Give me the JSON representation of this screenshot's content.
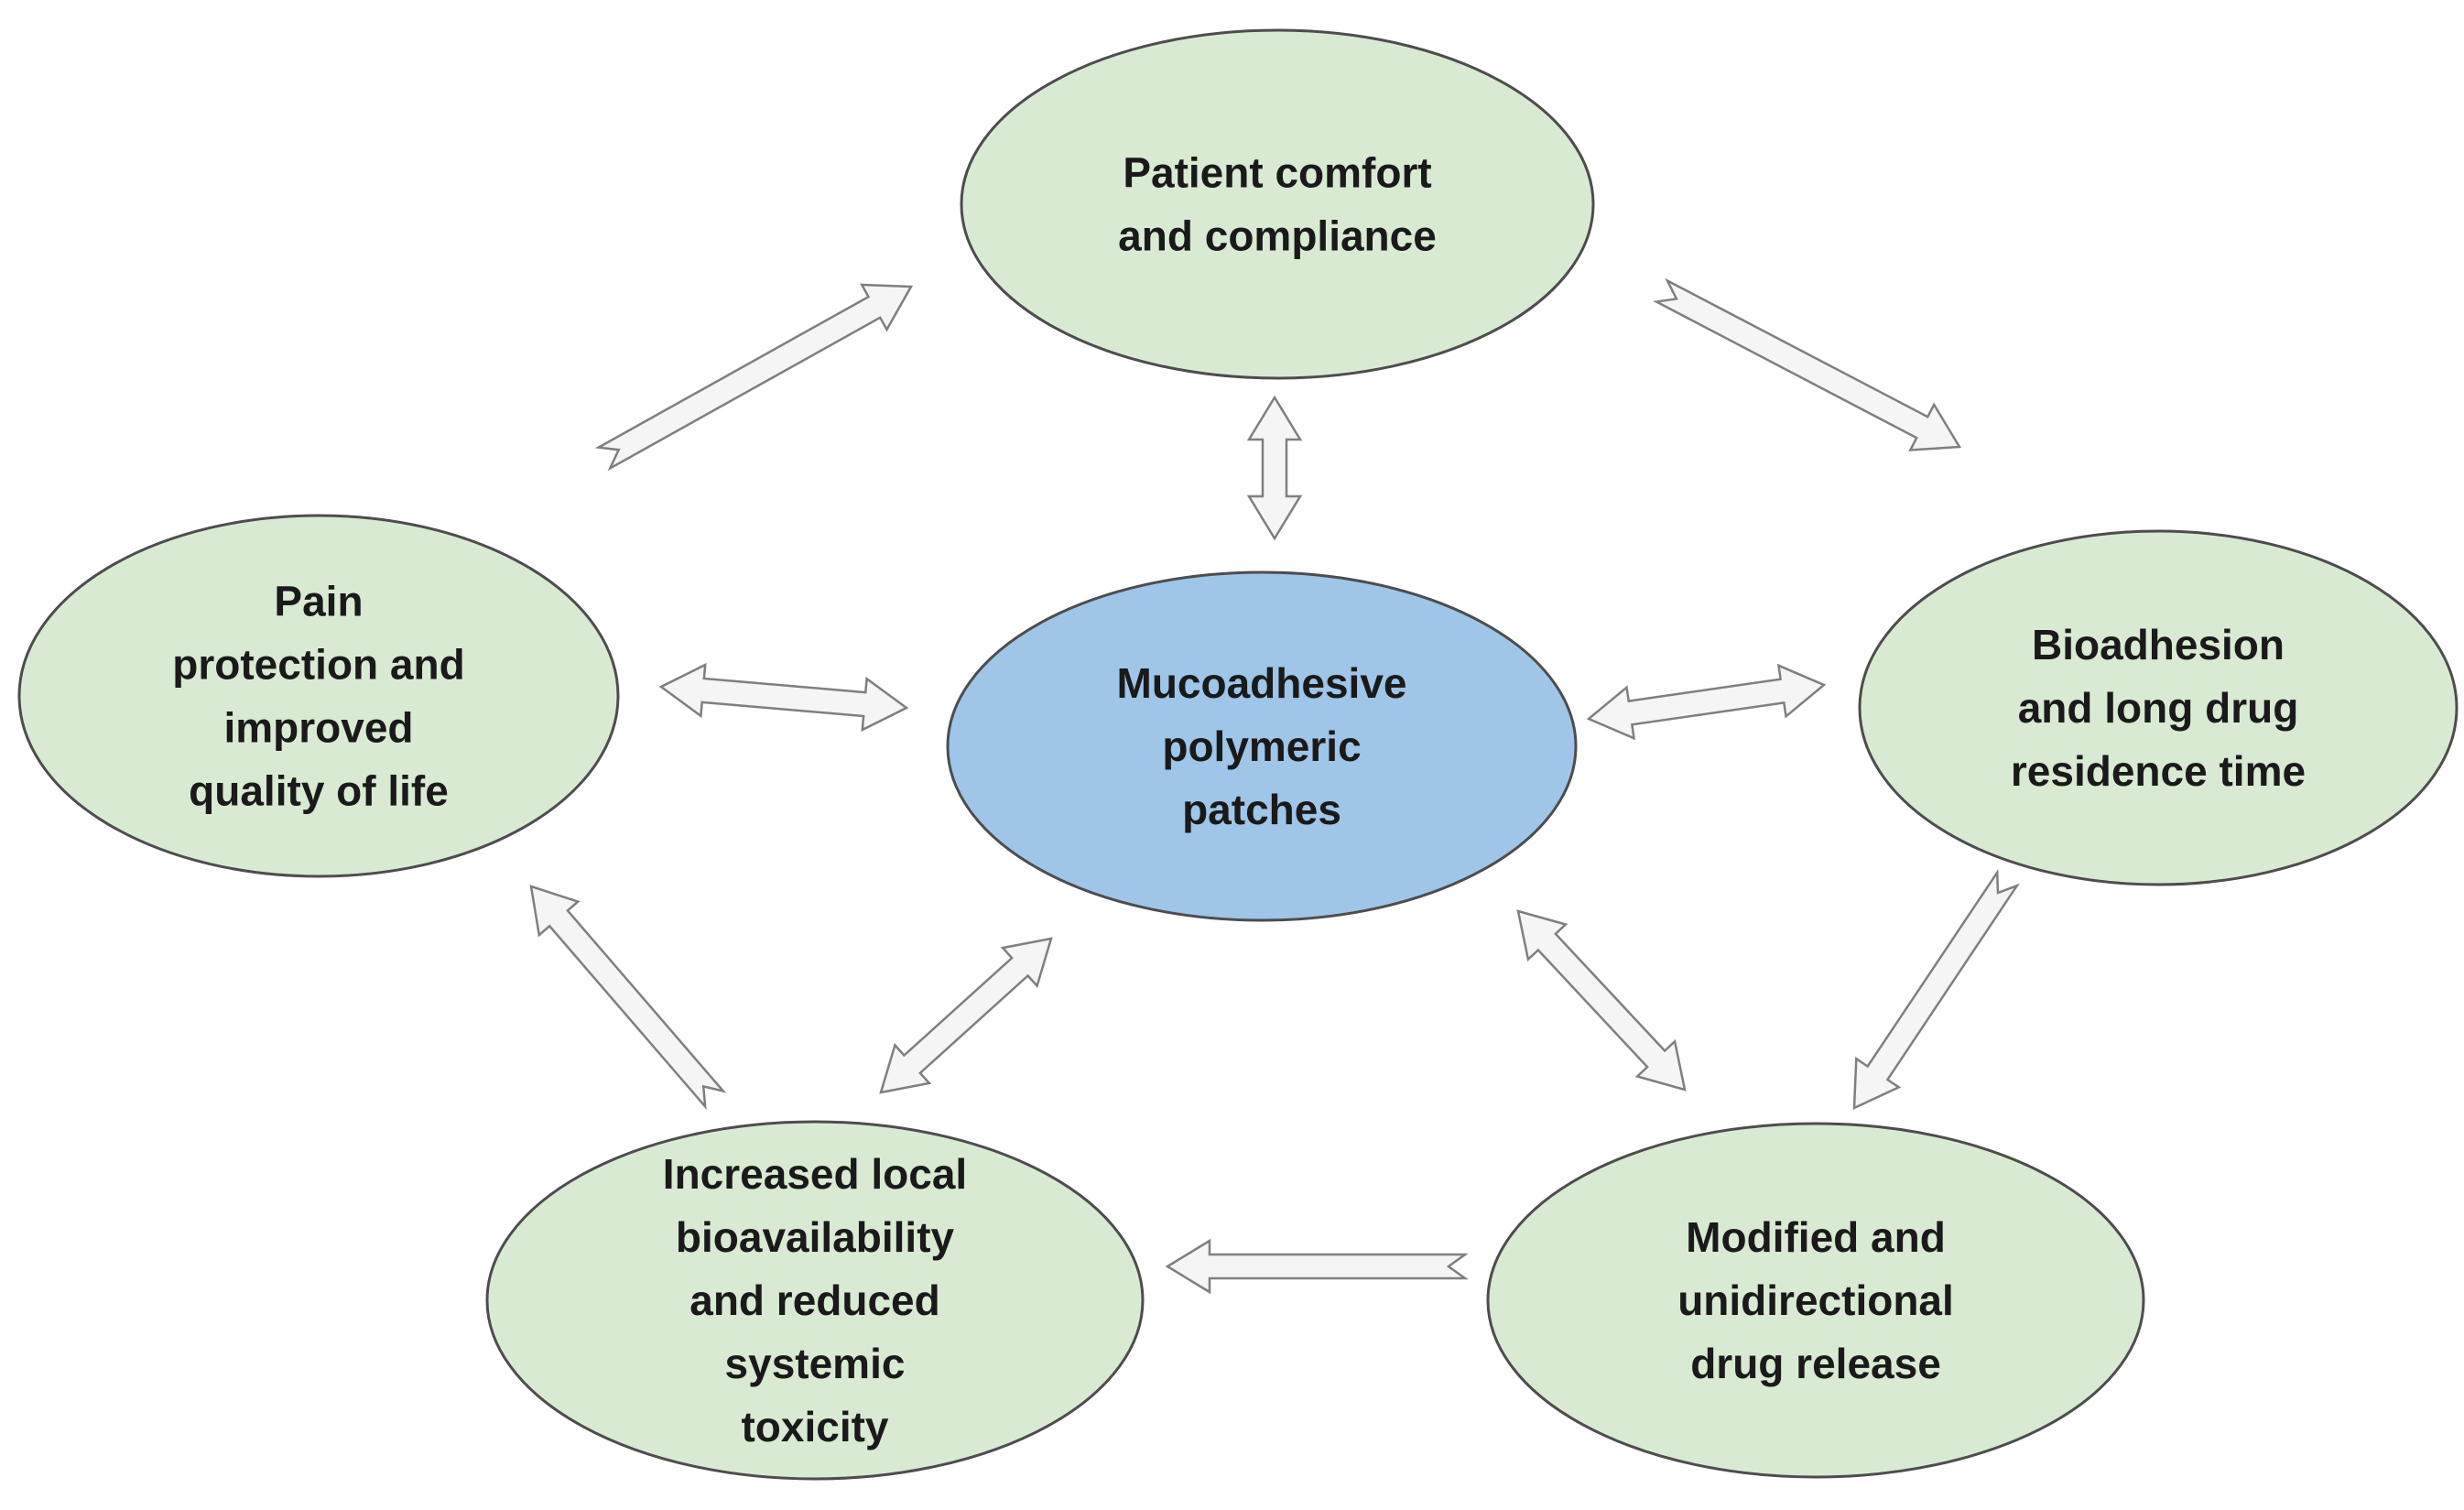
{
  "colors": {
    "outer_fill": "#d9ead3",
    "center_fill": "#9fc5e8",
    "node_stroke": "#4d4d4d",
    "arrow_fill": "#f5f5f5",
    "arrow_stroke": "#7f7f7f"
  },
  "nodes": {
    "center": {
      "lines": [
        "Mucoadhesive",
        "polymeric",
        "patches"
      ]
    },
    "top": {
      "lines": [
        "Patient comfort",
        "and compliance"
      ]
    },
    "right": {
      "lines": [
        "Bioadhesion",
        "and long drug",
        "residence time"
      ]
    },
    "bottom_right": {
      "lines": [
        "Modified and",
        "unidirectional",
        "drug release"
      ]
    },
    "bottom_left": {
      "lines": [
        "Increased local",
        "bioavailability",
        "and reduced",
        "systemic",
        "toxicity"
      ]
    },
    "left": {
      "lines": [
        "Pain",
        "protection and",
        "improved",
        "quality of life"
      ]
    }
  }
}
